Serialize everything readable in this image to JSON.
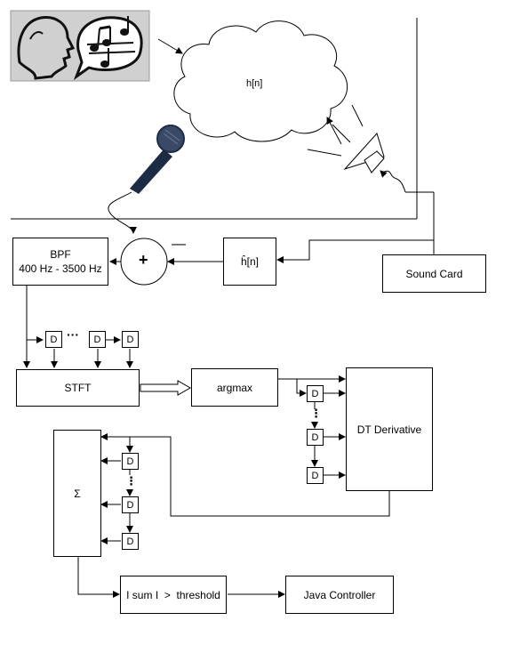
{
  "room": {
    "cloud_label": "h[n]"
  },
  "blocks": {
    "bpf_title": "BPF",
    "bpf_range": "400 Hz - 3500 Hz",
    "adder_symbol": "+",
    "adder_minus": "—",
    "h_estimate": "ĥ[n]",
    "sound_card": "Sound Card",
    "stft": "STFT",
    "argmax": "argmax",
    "dt_derivative": "DT Derivative",
    "sigma": "Σ",
    "threshold": "I sum I  >  threshold",
    "java_controller": "Java Controller"
  },
  "delays": {
    "label": "D",
    "ellipsis_h": "···",
    "ellipsis_v": "⋮"
  },
  "colors": {
    "line": "#000000",
    "mic_body": "#1d2b44",
    "mic_head": "#3a4a66",
    "sketch_bg": "#cfcfcf"
  },
  "icons": [
    "person-singing-sketch-icon",
    "music-notes-icon",
    "microphone-icon",
    "speaker-icon",
    "speaker-sound-waves-icon"
  ]
}
